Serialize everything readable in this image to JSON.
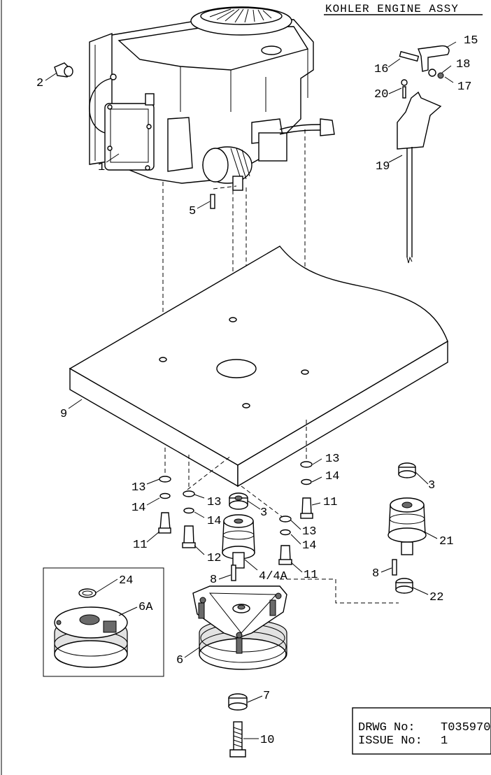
{
  "title": "KOHLER ENGINE ASSY",
  "drawing_box": {
    "drwg_label": "DRWG No:",
    "drwg_value": "T035970",
    "issue_label": "ISSUE No:",
    "issue_value": "1"
  },
  "callouts": {
    "c1": "1",
    "c2": "2",
    "c3a": "3",
    "c3b": "3",
    "c4": "4/4A",
    "c5": "5",
    "c6": "6",
    "c6a": "6A",
    "c7": "7",
    "c8a": "8",
    "c8b": "8",
    "c9": "9",
    "c10": "10",
    "c11a": "11",
    "c11b": "11",
    "c11c": "11",
    "c12": "12",
    "c13a": "13",
    "c13b": "13",
    "c13c": "13",
    "c13d": "13",
    "c14a": "14",
    "c14b": "14",
    "c14c": "14",
    "c14d": "14",
    "c15": "15",
    "c16": "16",
    "c17": "17",
    "c18": "18",
    "c19": "19",
    "c20": "20",
    "c21": "21",
    "c22": "22",
    "c24": "24"
  }
}
